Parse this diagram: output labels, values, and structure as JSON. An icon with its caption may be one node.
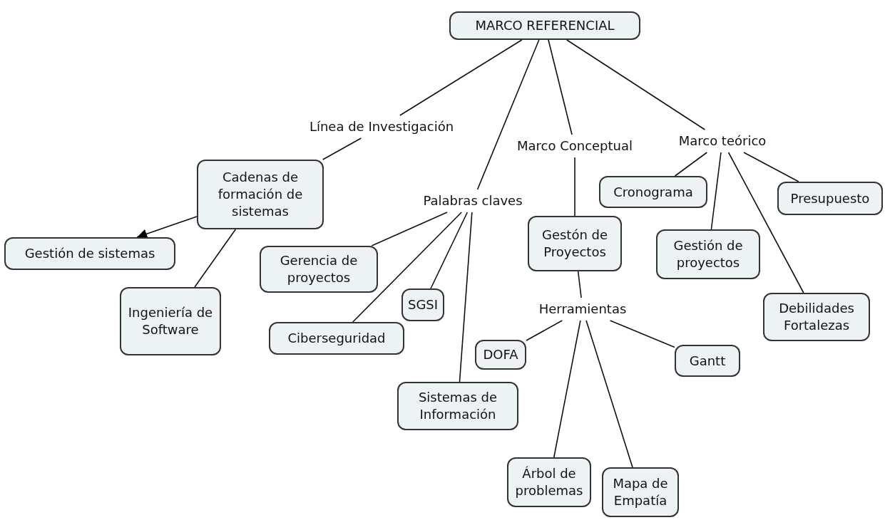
{
  "diagram": {
    "nodes": [
      {
        "text": [
          "MARCO REFERENCIAL"
        ]
      },
      {
        "text": [
          "Línea de Investigación"
        ]
      },
      {
        "text": [
          "Palabras claves"
        ]
      },
      {
        "text": [
          "Marco Conceptual"
        ]
      },
      {
        "text": [
          "Marco teórico"
        ]
      },
      {
        "text": [
          "Cadenas de formación de sistemas"
        ]
      },
      {
        "text": [
          "Gestión de sistemas"
        ]
      },
      {
        "text": [
          "Ingeniería de Software"
        ]
      },
      {
        "text": [
          "Gerencia de proyectos"
        ]
      },
      {
        "text": [
          "SGSI"
        ]
      },
      {
        "text": [
          "Ciberseguridad"
        ]
      },
      {
        "text": [
          "Sistemas de Información"
        ]
      },
      {
        "text": [
          "Gestón de Proyectos"
        ]
      },
      {
        "text": [
          "Herramientas"
        ]
      },
      {
        "text": [
          "DOFA"
        ]
      },
      {
        "text": [
          "Gantt"
        ]
      },
      {
        "text": [
          "Árbol de problemas"
        ]
      },
      {
        "text": [
          "Mapa de Empatía"
        ]
      },
      {
        "text": [
          "Cronograma"
        ]
      },
      {
        "text": [
          "Presupuesto"
        ]
      },
      {
        "text": [
          "Gestión de proyectos"
        ]
      },
      {
        "text": [
          "Debilidades Fortalezas"
        ]
      }
    ],
    "edges": [
      {
        "from": 0,
        "to": 1,
        "arrow": "none"
      },
      {
        "from": 1,
        "to": 5,
        "arrow": "none"
      },
      {
        "from": 5,
        "to": 6,
        "arrow": "to"
      },
      {
        "from": 5,
        "to": 7,
        "arrow": "none"
      },
      {
        "from": 0,
        "to": 2,
        "arrow": "none"
      },
      {
        "from": 2,
        "to": 8,
        "arrow": "none"
      },
      {
        "from": 2,
        "to": 9,
        "arrow": "none"
      },
      {
        "from": 2,
        "to": 10,
        "arrow": "none"
      },
      {
        "from": 2,
        "to": 11,
        "arrow": "none"
      },
      {
        "from": 0,
        "to": 3,
        "arrow": "none"
      },
      {
        "from": 3,
        "to": 12,
        "arrow": "none"
      },
      {
        "from": 12,
        "to": 13,
        "arrow": "none"
      },
      {
        "from": 13,
        "to": 14,
        "arrow": "none"
      },
      {
        "from": 13,
        "to": 15,
        "arrow": "none"
      },
      {
        "from": 13,
        "to": 16,
        "arrow": "none"
      },
      {
        "from": 13,
        "to": 17,
        "arrow": "none"
      },
      {
        "from": 0,
        "to": 4,
        "arrow": "none"
      },
      {
        "from": 4,
        "to": 18,
        "arrow": "none"
      },
      {
        "from": 4,
        "to": 19,
        "arrow": "none"
      },
      {
        "from": 4,
        "to": 20,
        "arrow": "none"
      },
      {
        "from": 4,
        "to": 21,
        "arrow": "none"
      }
    ]
  }
}
